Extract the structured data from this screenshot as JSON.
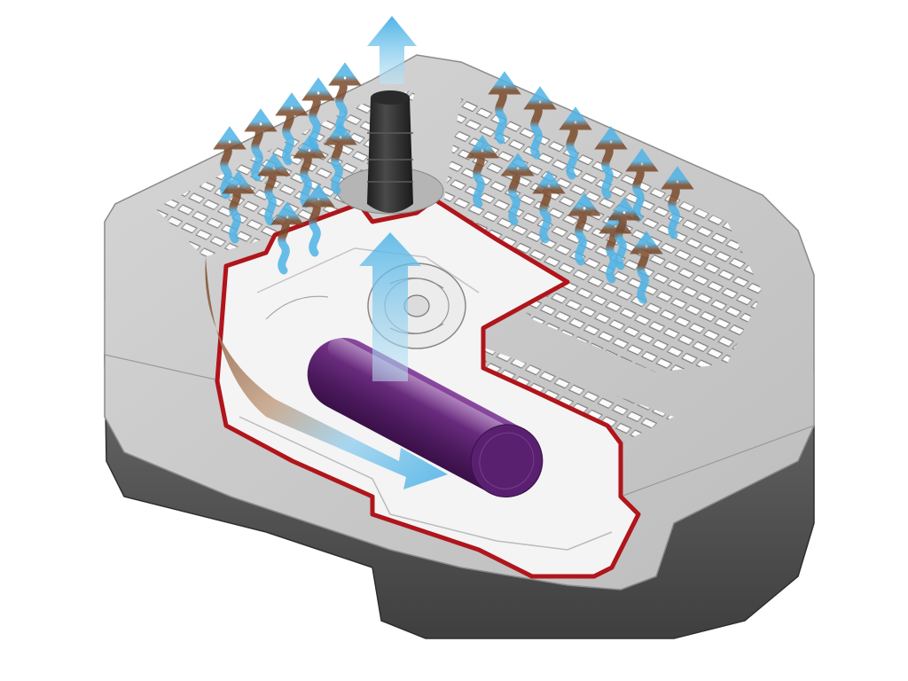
{
  "colors": {
    "background": "#ffffff",
    "housing_top": "#c9c9c9",
    "housing_top_light": "#d9d9d9",
    "housing_bottom": "#5e5e5e",
    "housing_bottom_dark": "#4a4a4a",
    "cut_outline": "#b0151b",
    "interior": "#f4f4f4",
    "filter_cylinder": "#6a2c7e",
    "clean_flow": "#4fb3e6",
    "dirty_flow": "#7a4a2a",
    "outlet_pipe": "#3a3a3a"
  },
  "components": [
    "outlet-pipe",
    "vent-grille-left",
    "vent-grille-right",
    "filter-cylinder",
    "impeller",
    "intake-flow-arrow",
    "outflow-arrow-up"
  ]
}
